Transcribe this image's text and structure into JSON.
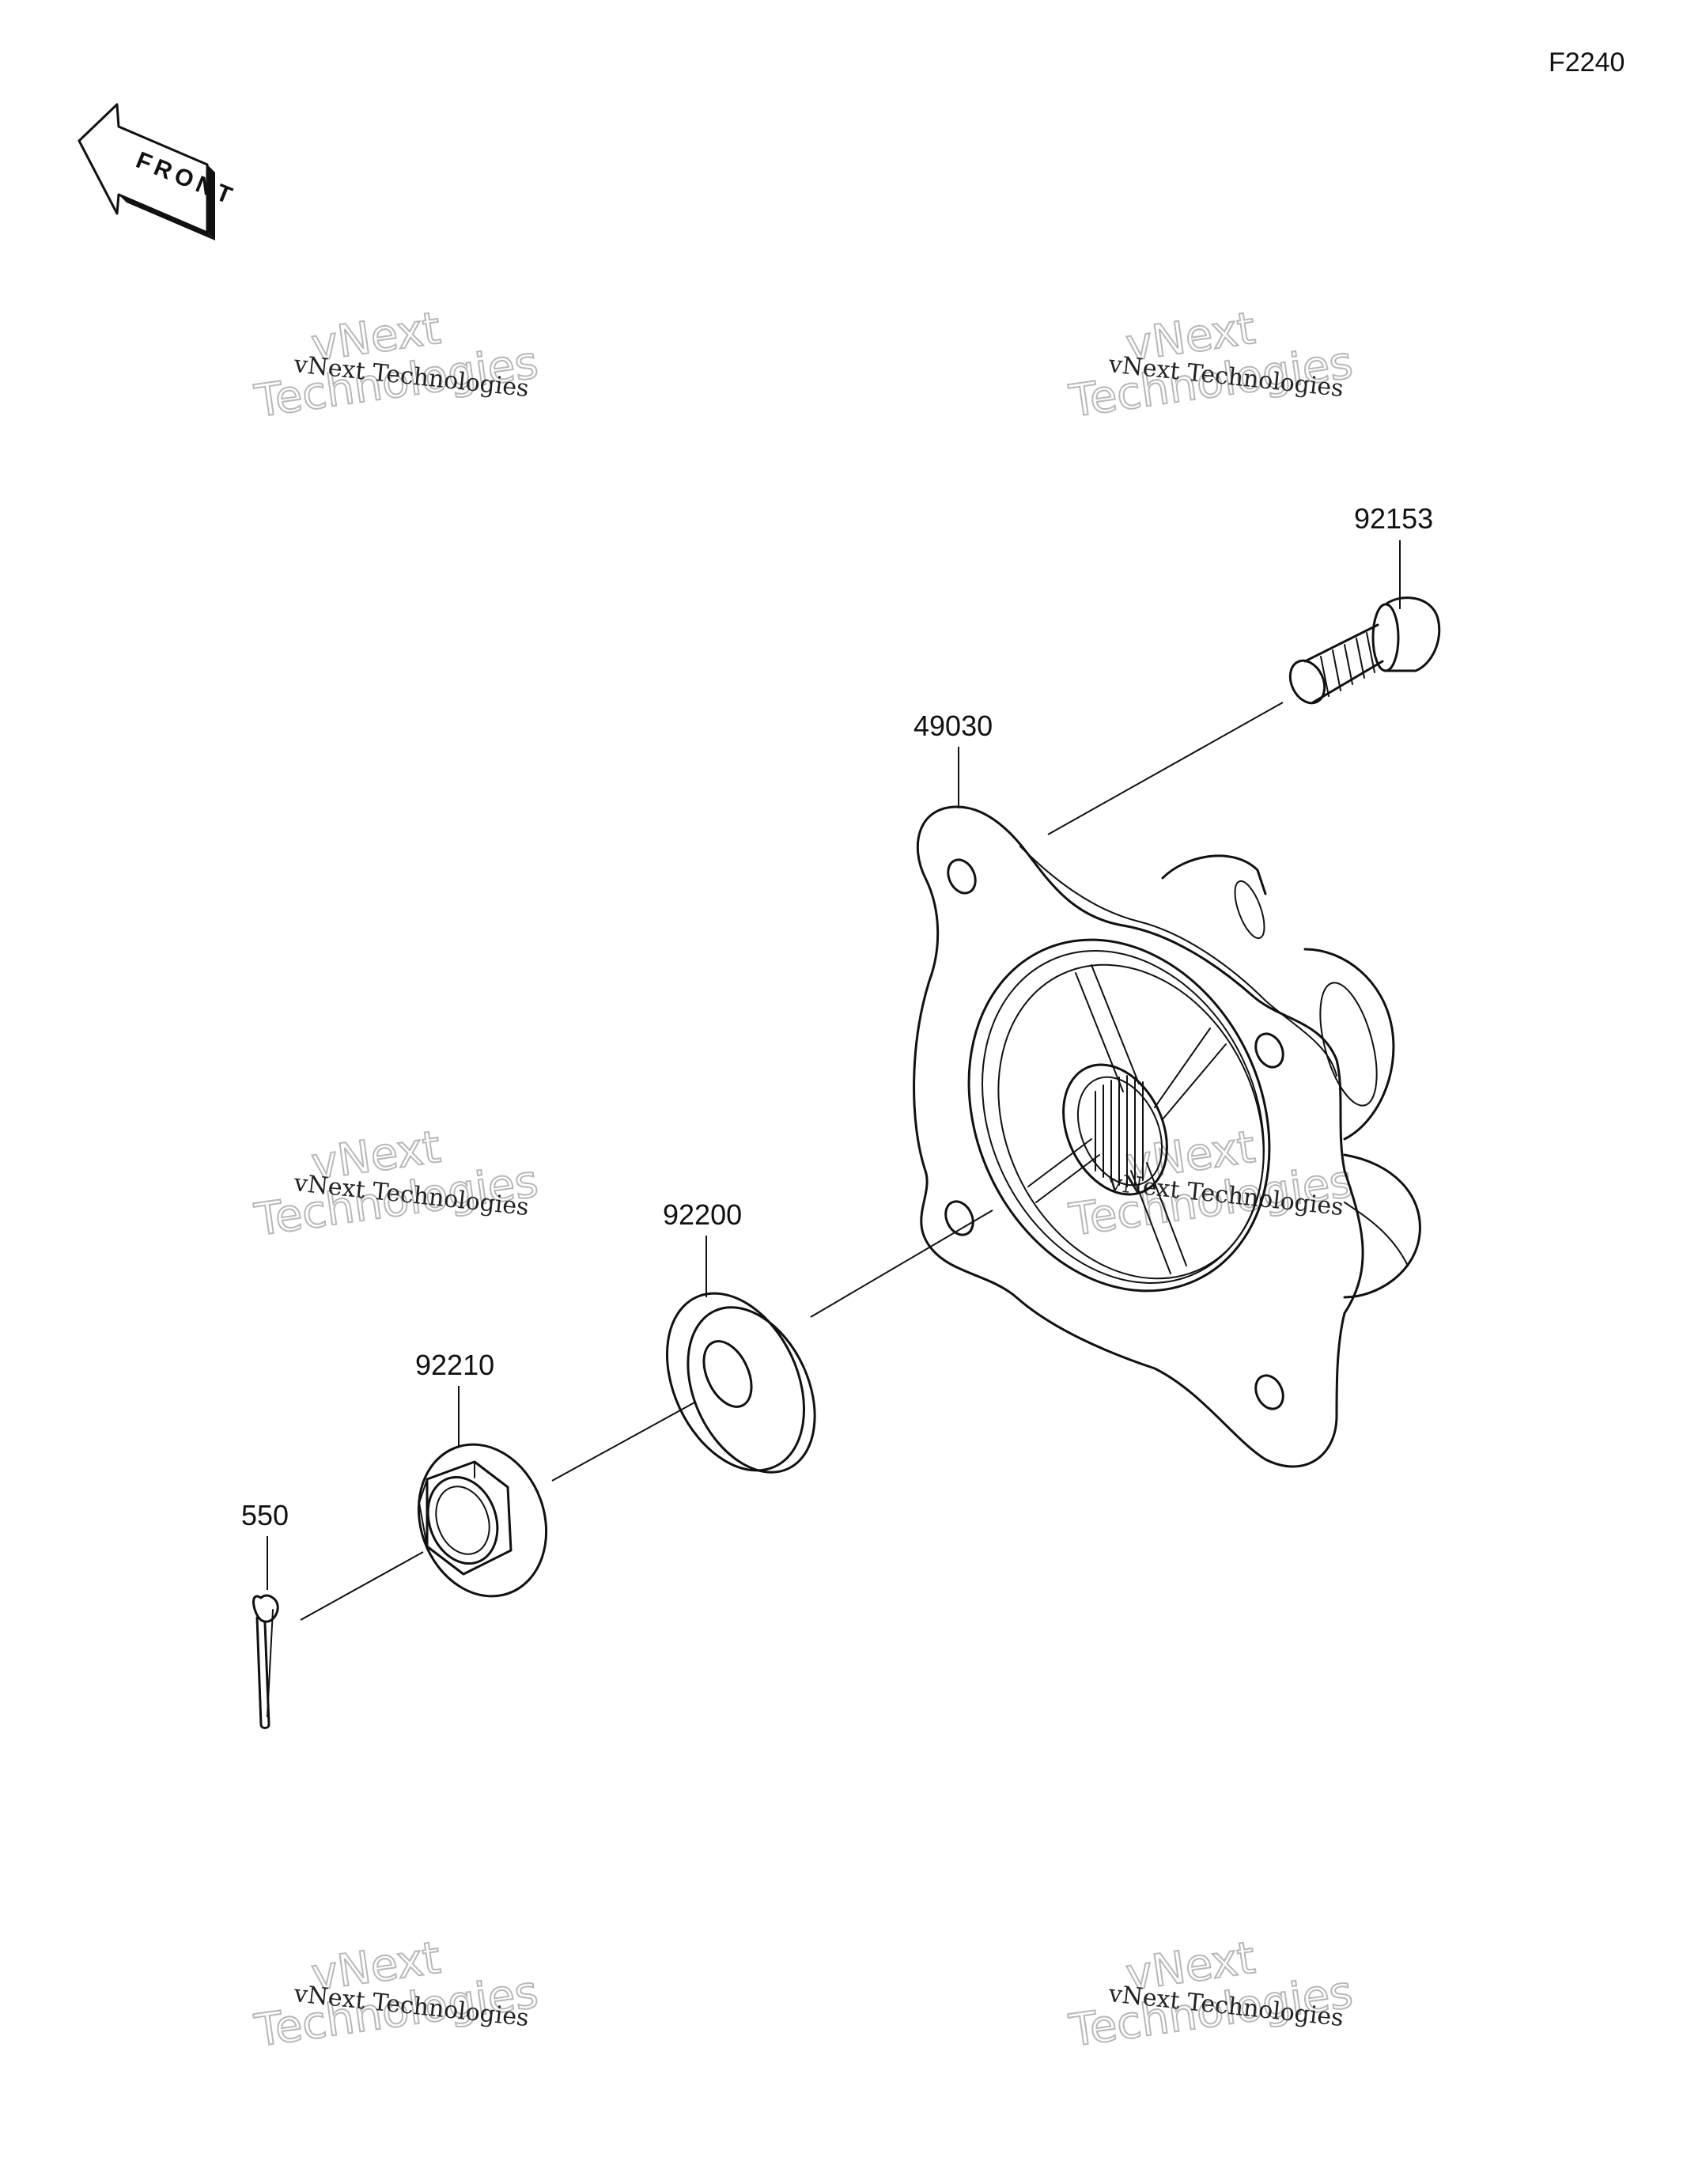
{
  "figure_code": "F2240",
  "front_arrow_label": "FRONT",
  "watermark": {
    "line_small": "vNext Technologies",
    "line_big_1": "vNext",
    "line_big_2": "Technologies"
  },
  "parts": [
    {
      "id": "bolt",
      "label": "92153"
    },
    {
      "id": "hub",
      "label": "49030"
    },
    {
      "id": "washer",
      "label": "92200"
    },
    {
      "id": "nut",
      "label": "92210"
    },
    {
      "id": "cotter-pin",
      "label": "550"
    }
  ]
}
